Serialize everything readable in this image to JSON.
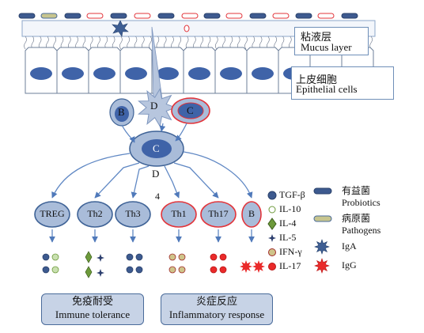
{
  "callouts": {
    "mucus_cn": "粘液层",
    "mucus_en": "Mucus layer",
    "epithelial_cn": "上皮细胞",
    "epithelial_en": "Epithelial cells"
  },
  "cells": {
    "b_top": "B",
    "d_top": "D",
    "c_top": "C",
    "c_center": "C",
    "d_mid": "D",
    "num4": "4"
  },
  "subsets": [
    {
      "id": "treg",
      "label": "TREG",
      "style": "blue"
    },
    {
      "id": "th2",
      "label": "Th2",
      "style": "blue"
    },
    {
      "id": "th3",
      "label": "Th3",
      "style": "blue"
    },
    {
      "id": "th1",
      "label": "Th1",
      "style": "red"
    },
    {
      "id": "th17",
      "label": "Th17",
      "style": "red"
    },
    {
      "id": "b",
      "label": "B",
      "style": "red"
    }
  ],
  "cytokine_legend": [
    {
      "id": "tgf",
      "label": "TGF-β",
      "icon": "dark-blue-circle"
    },
    {
      "id": "il10",
      "label": "IL-10",
      "icon": "light-green-circle"
    },
    {
      "id": "il4",
      "label": "IL-4",
      "icon": "green-diamond"
    },
    {
      "id": "il5",
      "label": "IL-5",
      "icon": "four-point-star"
    },
    {
      "id": "ifn",
      "label": "IFN-γ",
      "icon": "tan-circle"
    },
    {
      "id": "il17",
      "label": "IL-17",
      "icon": "red-circle"
    }
  ],
  "bacteria_legend": [
    {
      "id": "probiotics",
      "cn": "有益菌",
      "en": "Probiotics",
      "icon": "blue-rod"
    },
    {
      "id": "pathogens",
      "cn": "病原菌",
      "en": "Pathogens",
      "icon": "tan-rod"
    },
    {
      "id": "iga",
      "cn": "",
      "en": "IgA",
      "icon": "blue-spiky"
    },
    {
      "id": "igg",
      "cn": "",
      "en": "IgG",
      "icon": "red-spiky"
    }
  ],
  "outcomes": {
    "tolerance_cn": "免疫耐受",
    "tolerance_en": "Immune tolerance",
    "inflammatory_cn": "炎症反应",
    "inflammatory_en": "Inflammatory response"
  },
  "colors": {
    "cell_fill": "#a9bcd9",
    "cell_border": "#3e6296",
    "nucleus": "#3f63a8",
    "red_ring": "#e2343a",
    "probiotic": "#3d5a8f",
    "pathogen_fill": "#c7c58e",
    "il4": "#6d9a3b",
    "il10": "#c9e0b0",
    "il17": "#ea2a2a",
    "ifn": "#cfc48a",
    "arrow": "#6088c4"
  }
}
